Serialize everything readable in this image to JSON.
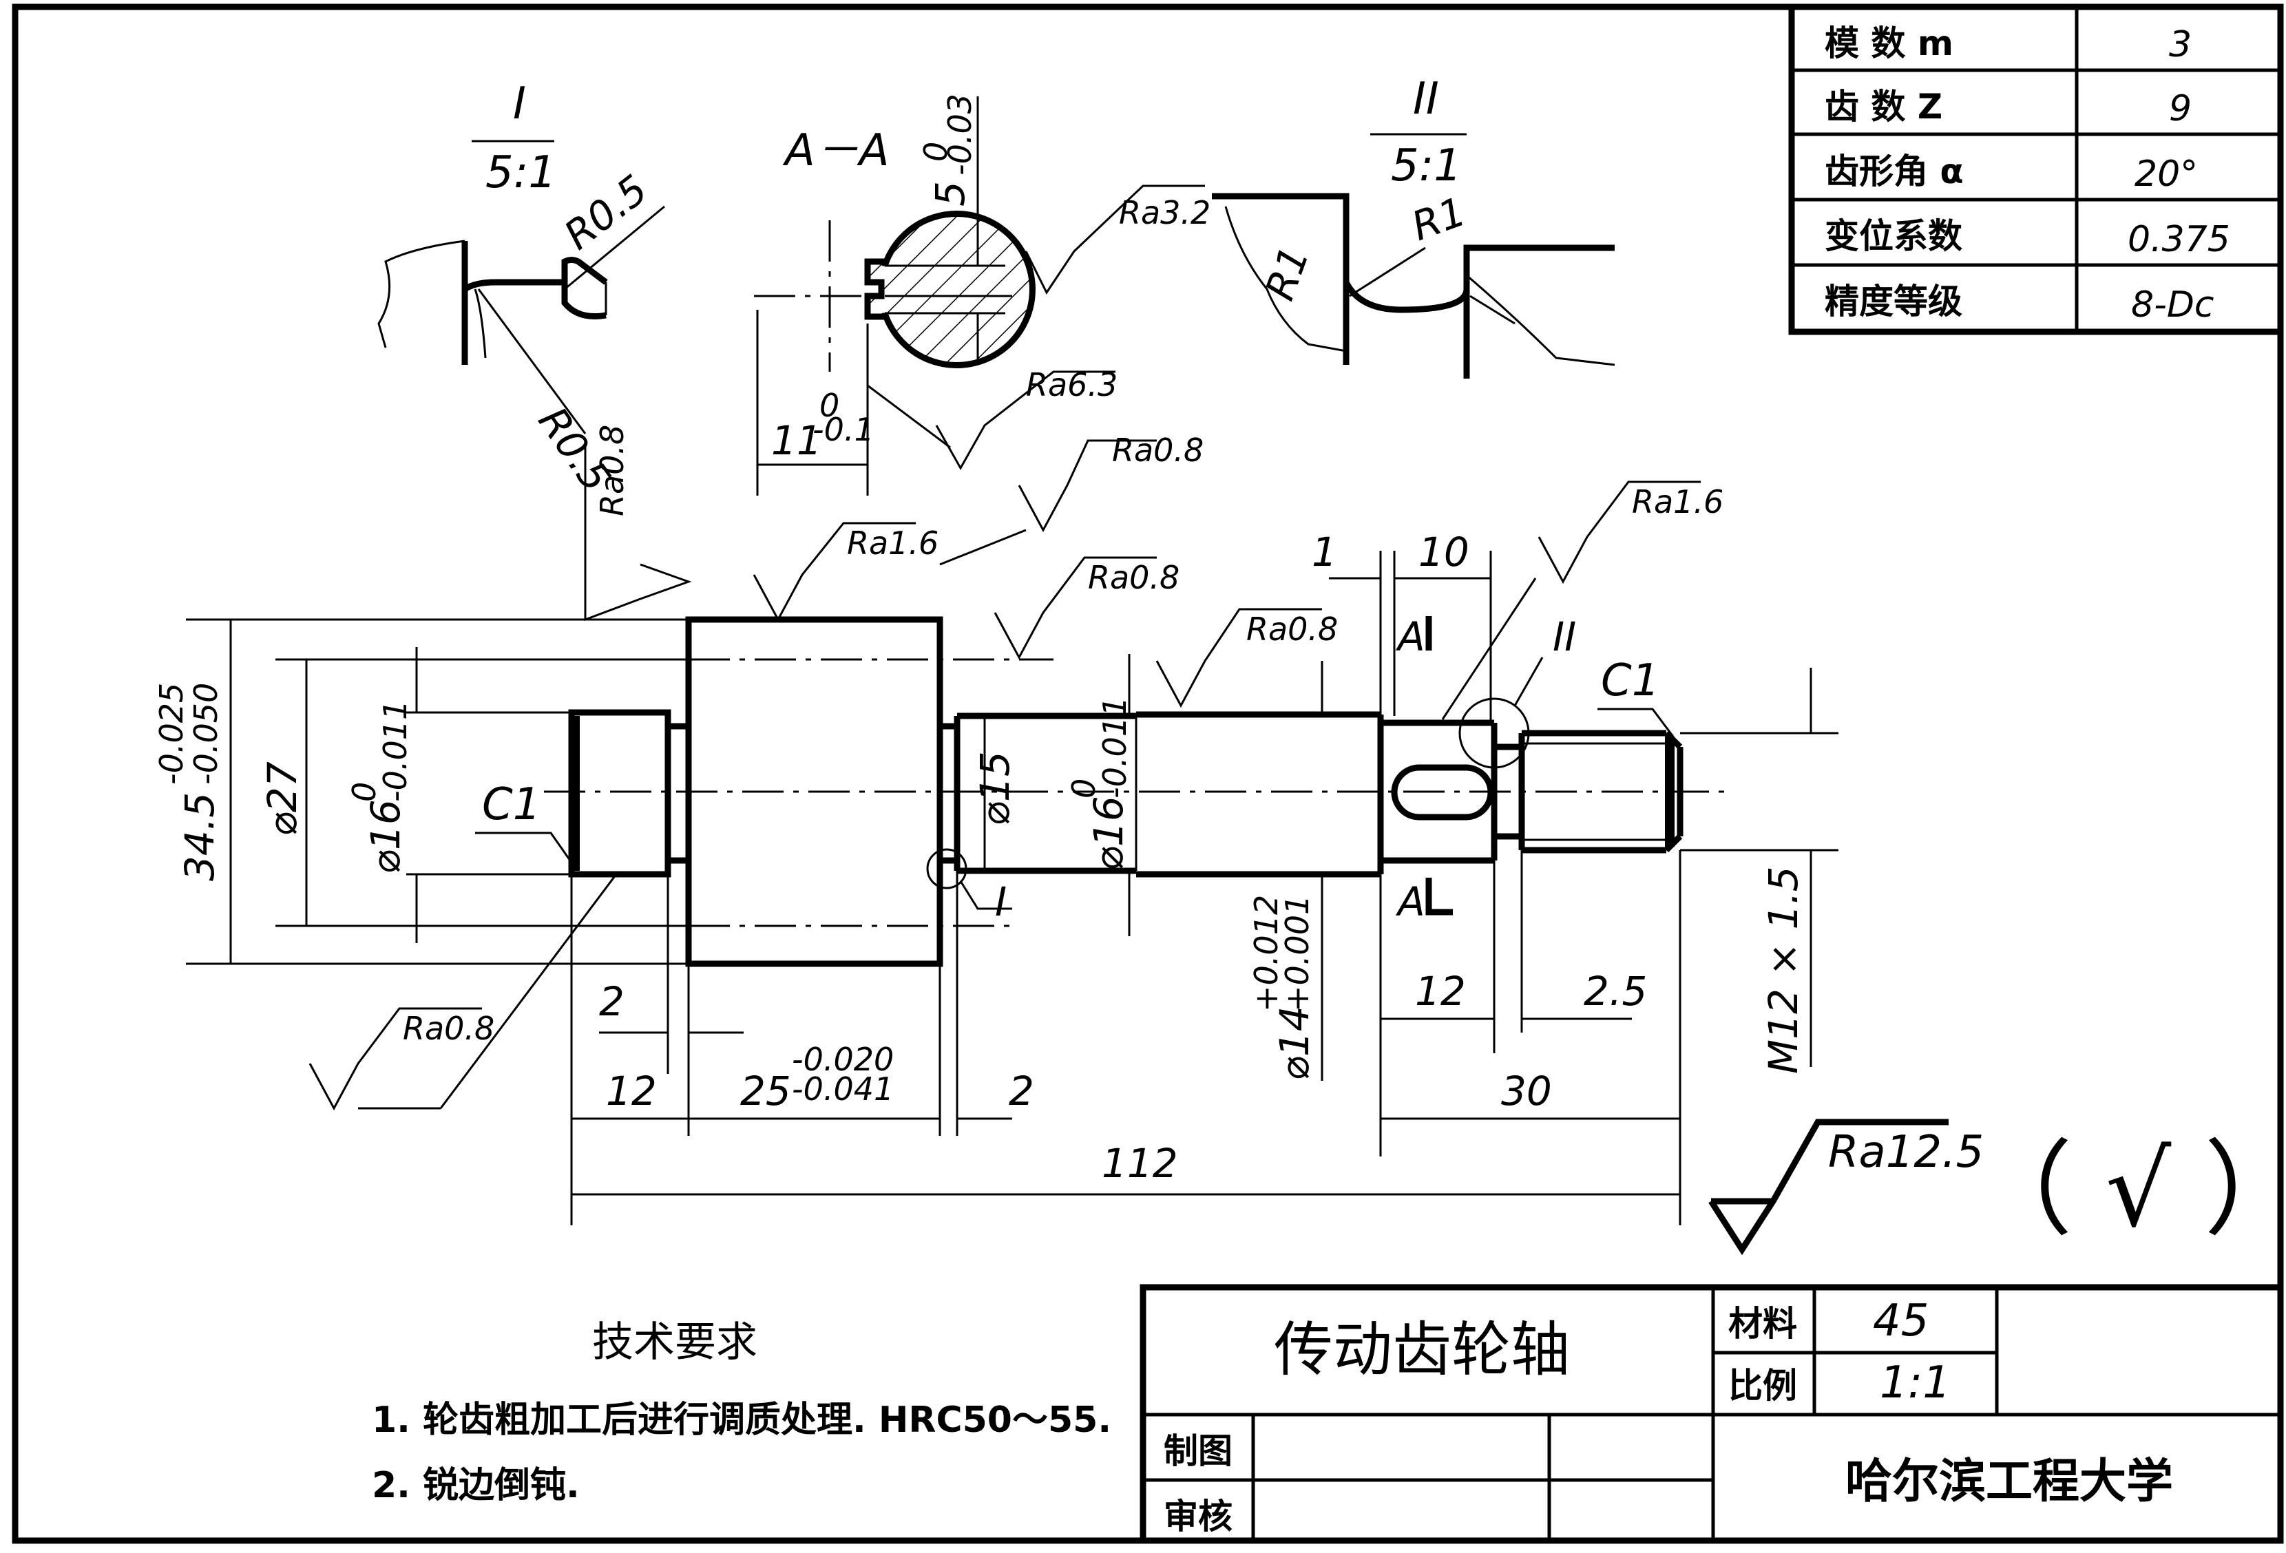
{
  "gear_table": {
    "rows": [
      {
        "label": "模  数 m",
        "value": "3"
      },
      {
        "label": "齿  数 Z",
        "value": "9"
      },
      {
        "label": "齿形角  α",
        "value": "20°"
      },
      {
        "label": "变位系数",
        "value": "0.375"
      },
      {
        "label": "精度等级",
        "value": "8-Dc"
      }
    ]
  },
  "detail_views": {
    "detail_1_label": "I",
    "detail_1_scale": "5:1",
    "detail_1_r_top": "R0.5",
    "detail_1_r_bottom": "R0.5",
    "section_label": "A－A",
    "section_key_depth": "5",
    "section_key_depth_tol": "0",
    "section_key_depth_tol2": "-0.03",
    "section_width": "11",
    "section_width_tol": "0",
    "section_width_tol2": "-0.1",
    "detail_2_label": "II",
    "detail_2_scale": "5:1",
    "detail_2_r_left": "R1",
    "detail_2_r_right": "R1"
  },
  "roughness": {
    "ra32": "Ra3.2",
    "ra63": "Ra6.3",
    "ra08_top": "Ra0.8",
    "ra08_left_vertical": "Ra0.8",
    "ra16_gear": "Ra1.6",
    "ra08_right_gear": "Ra0.8",
    "ra08_journal": "Ra0.8",
    "ra16_keyway": "Ra1.6",
    "ra08_bottom": "Ra0.8",
    "ra_general": "Ra12.5"
  },
  "dimensions": {
    "dia_345": "34.5",
    "dia_345_tol_up": "-0.025",
    "dia_345_tol_dn": "-0.050",
    "dia_27": "⌀27",
    "dia_16_left": "⌀16",
    "dia_16_left_tol_up": "0",
    "dia_16_left_tol_dn": "-0.011",
    "chamfer_left": "C1",
    "dia_15": "⌀15",
    "dia_16_right": "⌀16",
    "dia_16_right_tol_up": "0",
    "dia_16_right_tol_dn": "-0.011",
    "dia_14": "⌀14",
    "dia_14_tol_up": "+0.012",
    "dia_14_tol_dn": "+0.001",
    "len_1": "1",
    "len_10": "10",
    "section_marker_top": "A",
    "section_marker_bottom": "A",
    "detail_marker_2": "II",
    "detail_marker_1": "I",
    "chamfer_right": "C1",
    "thread": "M12 × 1.5",
    "len_2_left": "2",
    "len_12_left": "12",
    "len_25": "25",
    "len_25_tol_up": "-0.020",
    "len_25_tol_dn": "-0.041",
    "len_2_mid": "2",
    "len_12_right": "12",
    "len_25_right": "2.5",
    "len_30": "30",
    "len_112": "112",
    "general_mark": "（ √ ）"
  },
  "notes": {
    "heading": "技术要求",
    "line1": "1. 轮齿粗加工后进行调质处理. HRC50～55.",
    "line2": "2. 锐边倒钝."
  },
  "title_block": {
    "part_name": "传动齿轮轴",
    "material_label": "材料",
    "material_value": "45",
    "scale_label": "比例",
    "scale_value": "1:1",
    "drawn_label": "制图",
    "checked_label": "审核",
    "organization": "哈尔滨工程大学"
  }
}
